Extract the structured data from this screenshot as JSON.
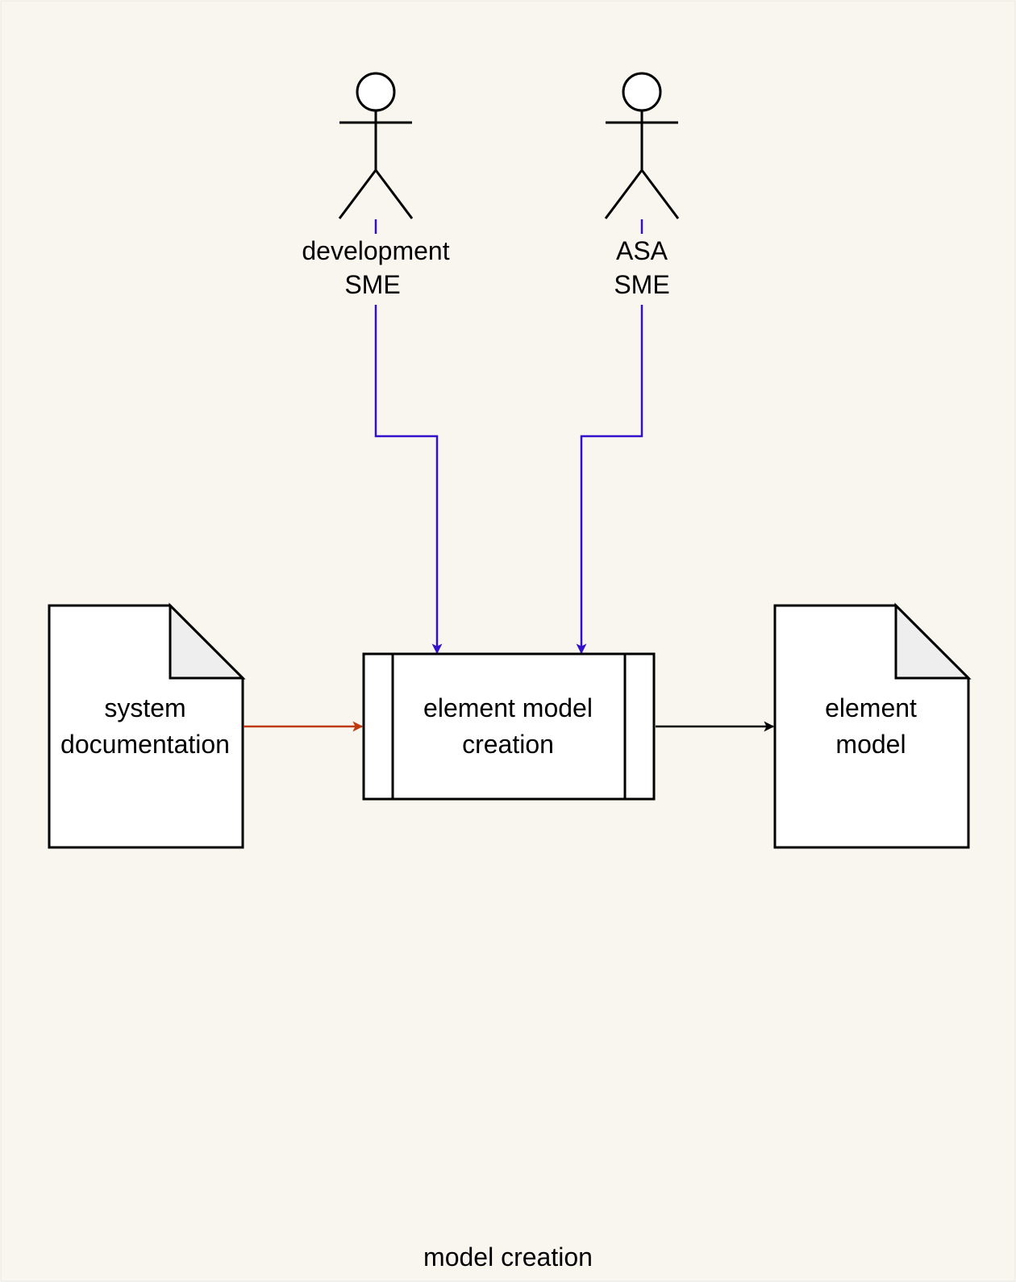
{
  "colors": {
    "background": "#f8f6ee",
    "stroke": "#000000",
    "actor_connector": "#3311cc",
    "input_connector": "#c03a10",
    "doc_fold_fill": "#eeeeee",
    "shape_fill": "#ffffff"
  },
  "actors": [
    {
      "line1": "development",
      "line2": "SME"
    },
    {
      "line1": "ASA",
      "line2": "SME"
    }
  ],
  "input_document": {
    "line1": "system",
    "line2": "documentation"
  },
  "process": {
    "line1": "element model",
    "line2": "creation"
  },
  "output_document": {
    "line1": "element",
    "line2": "model"
  },
  "caption": "model creation"
}
